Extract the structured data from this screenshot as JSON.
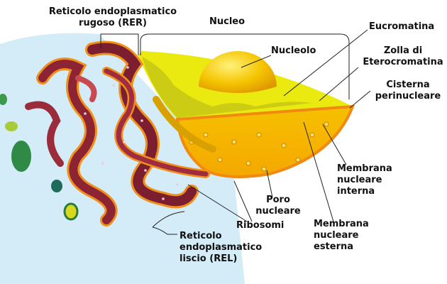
{
  "title": "Nucleo e reticolo endoplasmatico",
  "labels": {
    "rer_line1": "Reticolo endoplasmatico",
    "rer_line2": "rugoso (RER)",
    "nucleo": "Nucleo",
    "nucleolo": "Nucleolo",
    "eucromatina": "Eucromatina",
    "zolla_line1": "Zolla di",
    "zolla_line2": "Eterocromatina",
    "cisterna_line1": "Cisterna",
    "cisterna_line2": "perinucleare",
    "mem_int_line1": "Membrana",
    "mem_int_line2": "nucleare",
    "mem_int_line3": "interna",
    "poro_line1": "Poro",
    "poro_line2": "nucleare",
    "ribosomi": "Ribosomi",
    "mem_est_line1": "Membrana",
    "mem_est_line2": "nucleare",
    "mem_est_line3": "esterna",
    "rel_line1": "Reticolo",
    "rel_line2": "endoplasmatico",
    "rel_line3": "liscio (REL)"
  },
  "colors": {
    "cytoplasm": "#d3ecf7",
    "nucleus_top": "#eaea10",
    "nucleus_cut": "#f7b400",
    "rer": "#8c2434",
    "rer_edge": "#f0901c"
  }
}
